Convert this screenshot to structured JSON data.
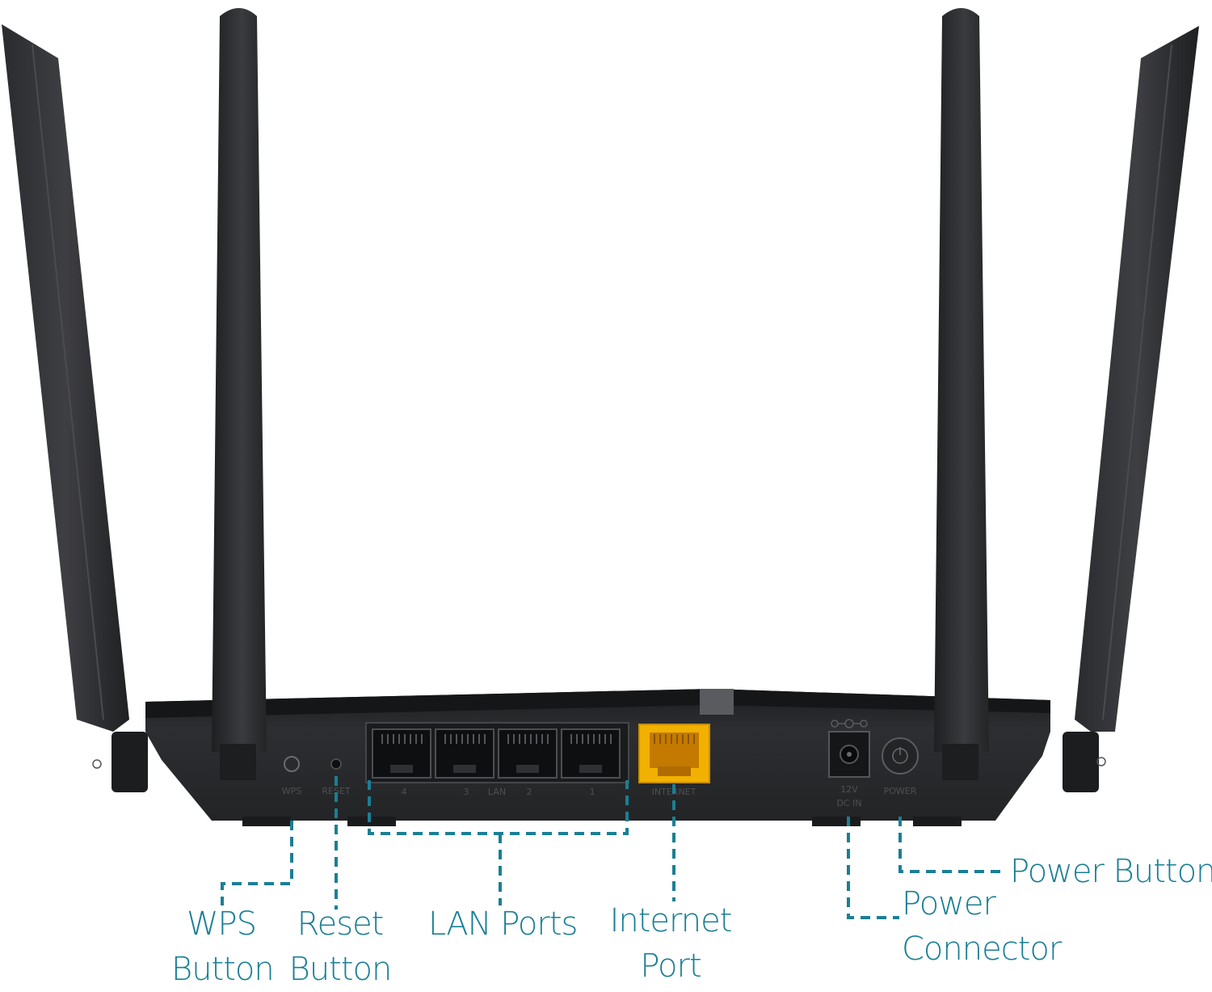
{
  "router": {
    "port_labels": {
      "wps": "WPS",
      "reset": "RESET",
      "lan_4": "4",
      "lan_3": "3",
      "lan": "LAN",
      "lan_2": "2",
      "lan_1": "1",
      "internet": "INTERNET",
      "voltage_line1": "12V",
      "voltage_line2": "DC IN",
      "power": "POWER"
    }
  },
  "callouts": {
    "wps_button": [
      "WPS",
      "Button"
    ],
    "reset_button": [
      "Reset",
      "Button"
    ],
    "lan_ports": "LAN Ports",
    "internet_port": [
      "Internet",
      "Port"
    ],
    "power_connector": [
      "Power",
      "Connector"
    ],
    "power_button": "Power Button"
  },
  "colors": {
    "callout": "#1a7f95",
    "body": "#2a2b2d",
    "internet_port": "#f2b100"
  }
}
